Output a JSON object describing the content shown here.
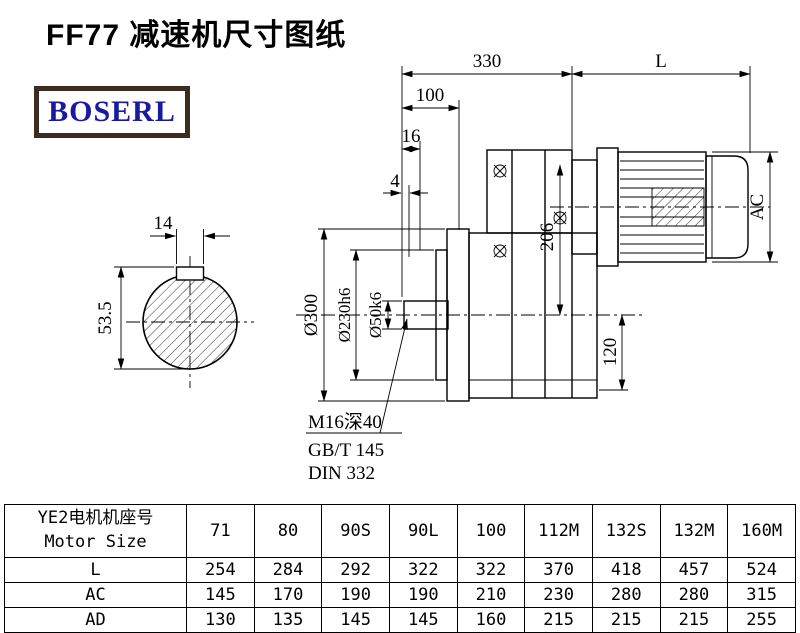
{
  "title": "FF77 减速机尺寸图纸",
  "logo": "BOSERL",
  "colors": {
    "logo_border": "#3d2b1f",
    "logo_text": "#1a1aa0",
    "line": "#000000",
    "background": "#ffffff"
  },
  "shaft_section": {
    "key_width": "14",
    "key_height": "53.5"
  },
  "drawing": {
    "dim_330": "330",
    "dim_L": "L",
    "dim_100": "100",
    "dim_16": "16",
    "dim_4": "4",
    "dim_AC": "AC",
    "dim_206": "206",
    "dim_120": "120",
    "dia_flange": "Ø300",
    "dia_spigot": "Ø230h6",
    "dia_shaft": "Ø50k6",
    "note_tap": "M16深40",
    "note_gb": "GB/T 145",
    "note_din": "DIN 332"
  },
  "table": {
    "header_cn": "YE2电机机座号",
    "header_en": "Motor Size",
    "columns": [
      "71",
      "80",
      "90S",
      "90L",
      "100",
      "112M",
      "132S",
      "132M",
      "160M"
    ],
    "rows": [
      {
        "label": "L",
        "values": [
          "254",
          "284",
          "292",
          "322",
          "322",
          "370",
          "418",
          "457",
          "524"
        ]
      },
      {
        "label": "AC",
        "values": [
          "145",
          "170",
          "190",
          "190",
          "210",
          "230",
          "280",
          "280",
          "315"
        ]
      },
      {
        "label": "AD",
        "values": [
          "130",
          "135",
          "145",
          "145",
          "160",
          "215",
          "215",
          "215",
          "255"
        ]
      }
    ]
  }
}
